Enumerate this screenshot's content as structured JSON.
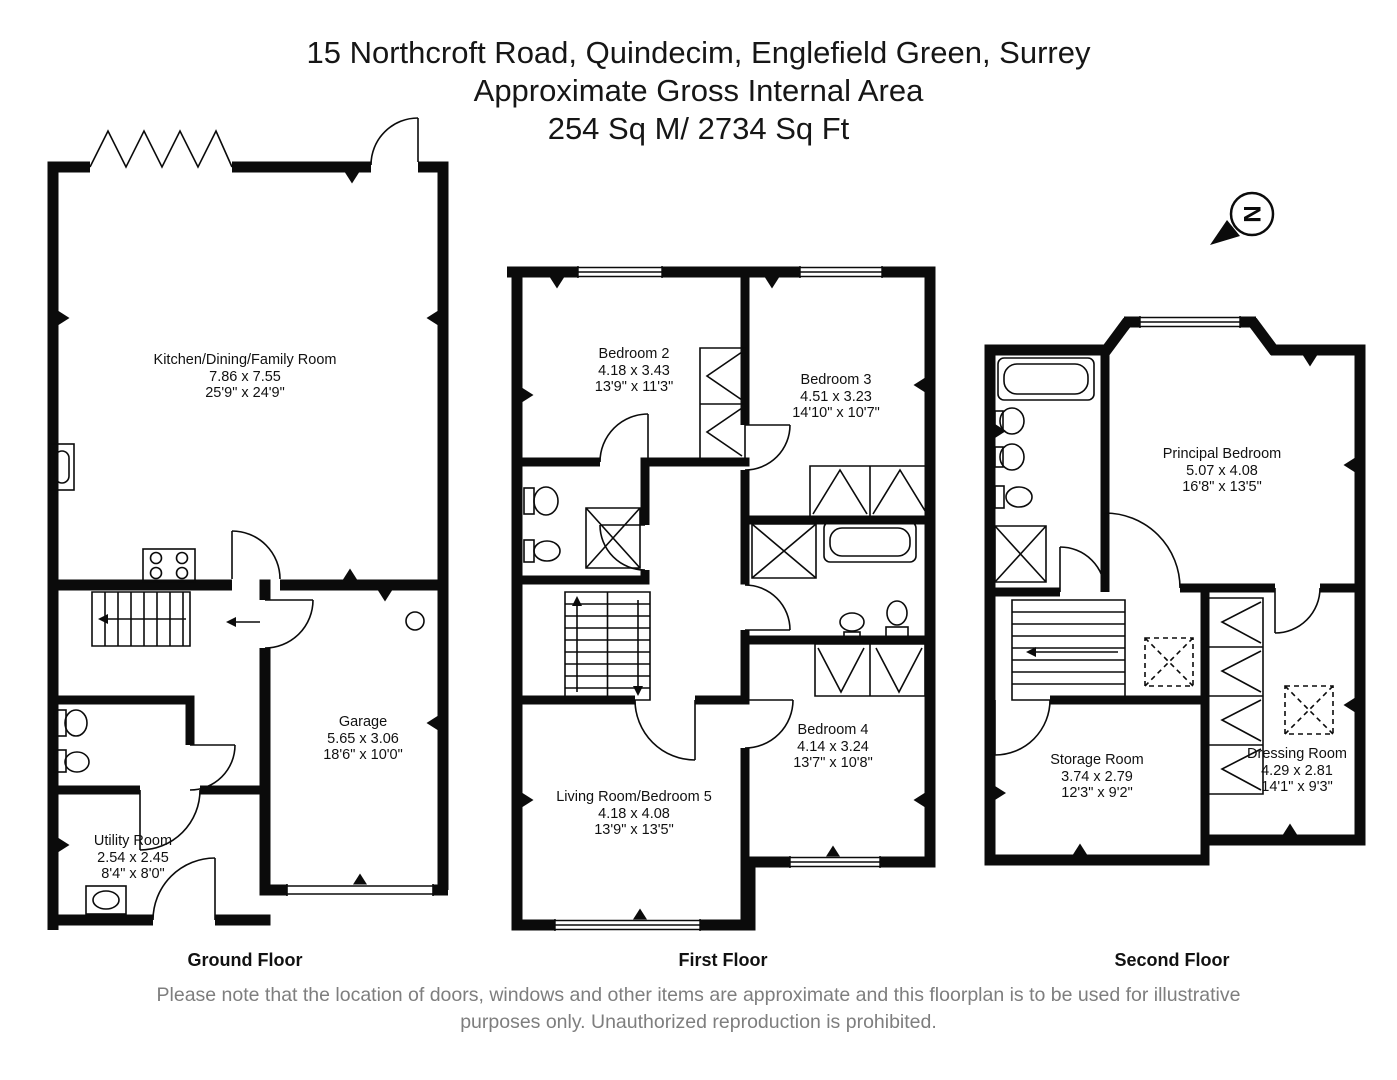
{
  "title": {
    "line1": "15 Northcroft Road, Quindecim, Englefield Green, Surrey",
    "line2": "Approximate Gross Internal Area",
    "line3": "254 Sq M/ 2734 Sq Ft"
  },
  "compass": {
    "label": "N"
  },
  "floors": [
    {
      "label": "Ground Floor",
      "rooms": [
        {
          "name": "Kitchen/Dining/Family Room",
          "metric": "7.86 x 7.55",
          "imperial": "25'9\" x 24'9\""
        },
        {
          "name": "Garage",
          "metric": "5.65 x 3.06",
          "imperial": "18'6\" x 10'0\""
        },
        {
          "name": "Utility Room",
          "metric": "2.54 x 2.45",
          "imperial": "8'4\" x 8'0\""
        }
      ]
    },
    {
      "label": "First Floor",
      "rooms": [
        {
          "name": "Bedroom 2",
          "metric": "4.18 x 3.43",
          "imperial": "13'9\" x 11'3\""
        },
        {
          "name": "Bedroom 3",
          "metric": "4.51 x 3.23",
          "imperial": "14'10\" x 10'7\""
        },
        {
          "name": "Bedroom 4",
          "metric": "4.14 x 3.24",
          "imperial": "13'7\" x 10'8\""
        },
        {
          "name": "Living Room/Bedroom 5",
          "metric": "4.18 x 4.08",
          "imperial": "13'9\" x 13'5\""
        }
      ]
    },
    {
      "label": "Second Floor",
      "rooms": [
        {
          "name": "Principal Bedroom",
          "metric": "5.07 x 4.08",
          "imperial": "16'8\" x 13'5\""
        },
        {
          "name": "Storage Room",
          "metric": "3.74 x 2.79",
          "imperial": "12'3\" x 9'2\""
        },
        {
          "name": "Dressing Room",
          "metric": "4.29 x 2.81",
          "imperial": "14'1\" x 9'3\""
        }
      ]
    }
  ],
  "disclaimer": {
    "line1": "Please note that the location of doors, windows and other items are approximate and this floorplan is to be used for illustrative",
    "line2": "purposes only. Unauthorized reproduction is prohibited."
  }
}
